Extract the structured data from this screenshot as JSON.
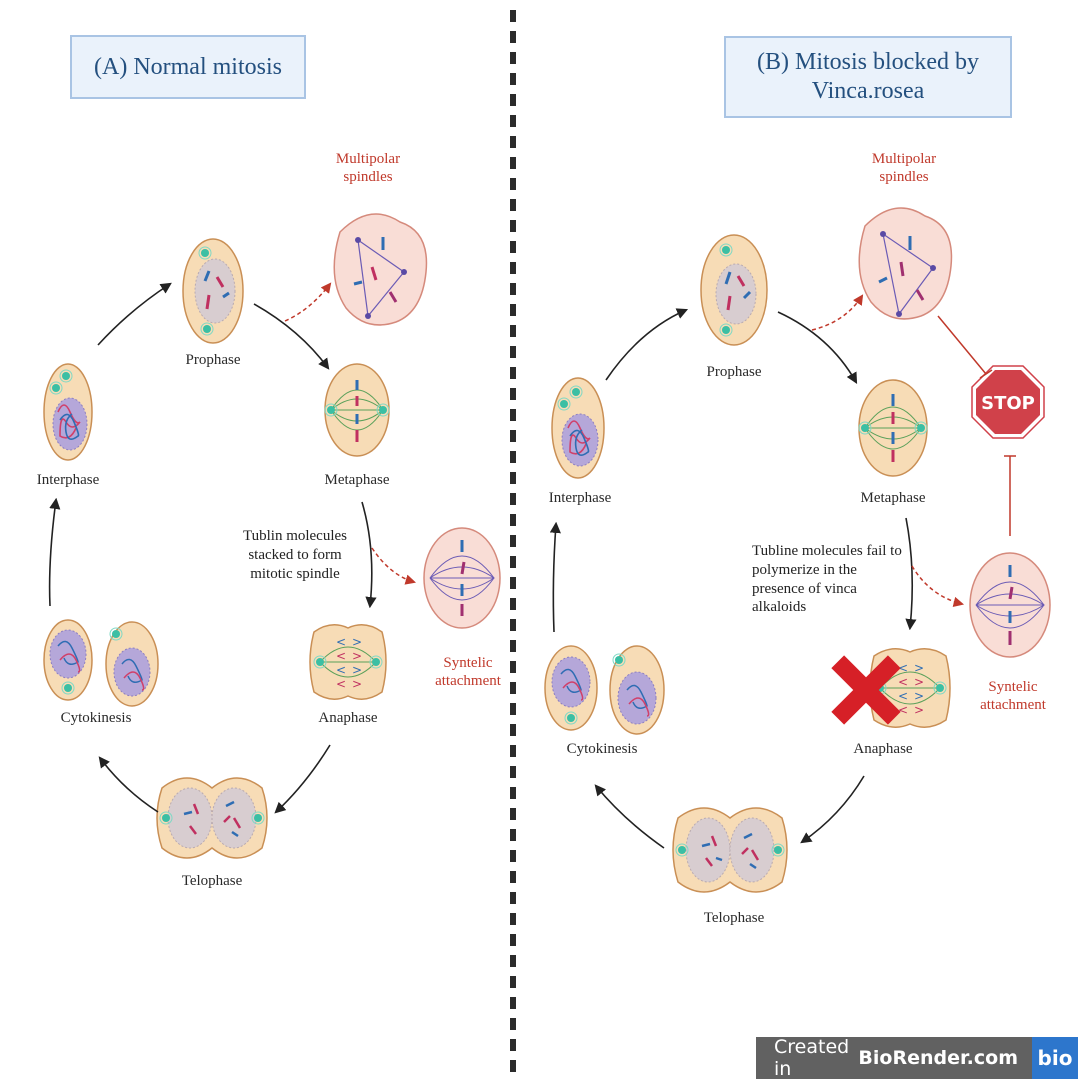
{
  "panel_a": {
    "title": "(A) Normal mitosis",
    "stages": {
      "interphase": "Interphase",
      "prophase": "Prophase",
      "metaphase": "Metaphase",
      "anaphase": "Anaphase",
      "telophase": "Telophase",
      "cytokinesis": "Cytokinesis"
    },
    "side_labels": {
      "multipolar": "Multipolar spindles",
      "syntelic": "Syntelic attachment"
    },
    "note": "Tublin molecules stacked to form mitotic spindle"
  },
  "panel_b": {
    "title": "(B)  Mitosis blocked by Vinca.rosea",
    "stages": {
      "interphase": "Interphase",
      "prophase": "Prophase",
      "metaphase": "Metaphase",
      "anaphase": "Anaphase",
      "telophase": "Telophase",
      "cytokinesis": "Cytokinesis"
    },
    "side_labels": {
      "multipolar": "Multipolar spindles",
      "syntelic": "Syntelic attachment"
    },
    "note": "Tubline molecules fail to polymerize in the presence of vinca alkaloids",
    "stop_sign": "STOP",
    "blocked_marker": "cross-mark"
  },
  "colors": {
    "title_text": "#24507f",
    "title_bg": "#eaf2fb",
    "red_label": "#c0392b",
    "cell_fill": "#f7dcb6",
    "cell_border": "#c98f55",
    "abnormal_fill": "#f9ddd6",
    "stop_red": "#d0414a",
    "x_red": "#d62027"
  },
  "watermark": {
    "prefix": "Created in",
    "brand": "BioRender.com",
    "logo": "bio"
  }
}
